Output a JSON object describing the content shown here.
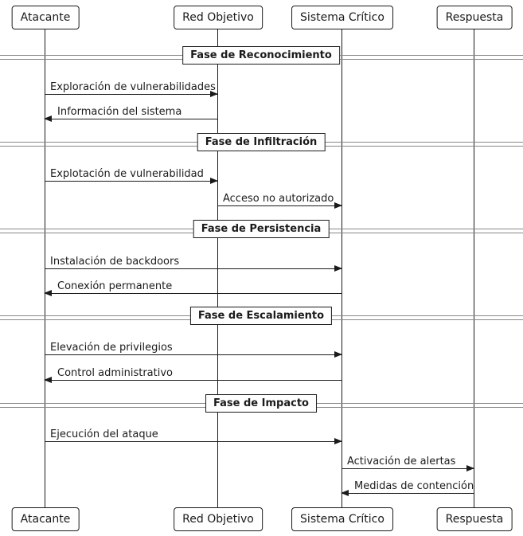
{
  "participants": [
    {
      "label": "Atacante"
    },
    {
      "label": "Red Objetivo"
    },
    {
      "label": "Sistema Crítico"
    },
    {
      "label": "Respuesta"
    }
  ],
  "phases": [
    {
      "label": "Fase de Reconocimiento"
    },
    {
      "label": "Fase de Infiltración"
    },
    {
      "label": "Fase de Persistencia"
    },
    {
      "label": "Fase de Escalamiento"
    },
    {
      "label": "Fase de Impacto"
    }
  ],
  "messages": [
    {
      "from": "Atacante",
      "to": "Red Objetivo",
      "label": "Exploración de vulnerabilidades"
    },
    {
      "from": "Red Objetivo",
      "to": "Atacante",
      "label": "Información del sistema"
    },
    {
      "from": "Atacante",
      "to": "Red Objetivo",
      "label": "Explotación de vulnerabilidad"
    },
    {
      "from": "Red Objetivo",
      "to": "Sistema Crítico",
      "label": "Acceso no autorizado"
    },
    {
      "from": "Atacante",
      "to": "Sistema Crítico",
      "label": "Instalación de backdoors"
    },
    {
      "from": "Sistema Crítico",
      "to": "Atacante",
      "label": "Conexión permanente"
    },
    {
      "from": "Atacante",
      "to": "Sistema Crítico",
      "label": "Elevación de privilegios"
    },
    {
      "from": "Sistema Crítico",
      "to": "Atacante",
      "label": "Control administrativo"
    },
    {
      "from": "Atacante",
      "to": "Sistema Crítico",
      "label": "Ejecución del ataque"
    },
    {
      "from": "Sistema Crítico",
      "to": "Respuesta",
      "label": "Activación de alertas"
    },
    {
      "from": "Respuesta",
      "to": "Sistema Crítico",
      "label": "Medidas de contención"
    }
  ],
  "colors": {
    "line": "#1b1b1b",
    "divider_line": "#888888",
    "box_fill": "#fefefe",
    "background": "#ffffff"
  }
}
